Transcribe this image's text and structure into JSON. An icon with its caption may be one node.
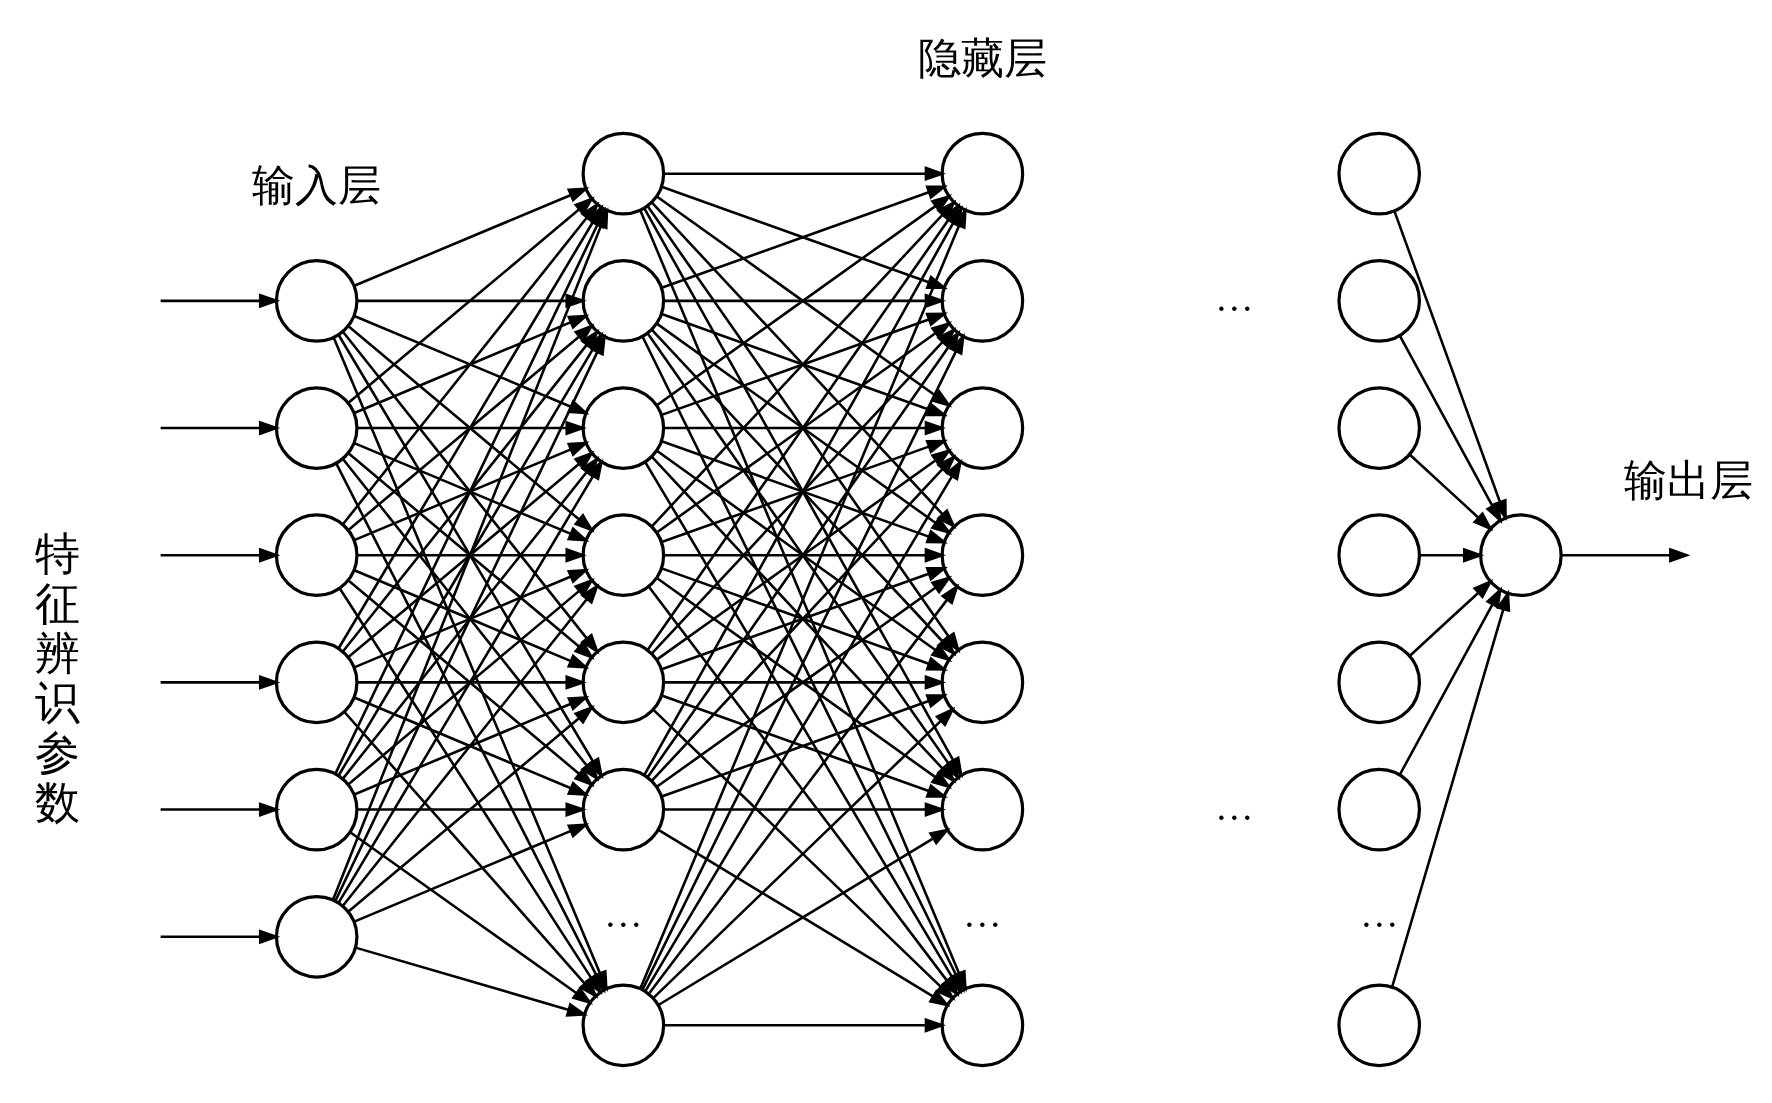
{
  "diagram": {
    "nodes": [
      {
        "text": [],
        "shape": "circle"
      },
      {
        "text": [],
        "shape": "circle"
      },
      {
        "text": [],
        "shape": "circle"
      },
      {
        "text": [],
        "shape": "circle"
      },
      {
        "text": [],
        "shape": "circle"
      },
      {
        "text": [],
        "shape": "circle"
      },
      {
        "text": [],
        "shape": "circle"
      },
      {
        "text": [],
        "shape": "circle"
      },
      {
        "text": [],
        "shape": "circle"
      },
      {
        "text": [],
        "shape": "circle"
      },
      {
        "text": [],
        "shape": "circle"
      },
      {
        "text": [],
        "shape": "circle"
      },
      {
        "text": [],
        "shape": "circle"
      },
      {
        "text": [],
        "shape": "circle"
      },
      {
        "text": [],
        "shape": "circle"
      },
      {
        "text": [],
        "shape": "circle"
      },
      {
        "text": [],
        "shape": "circle"
      },
      {
        "text": [],
        "shape": "circle"
      },
      {
        "text": [],
        "shape": "circle"
      },
      {
        "text": [],
        "shape": "circle"
      },
      {
        "text": [],
        "shape": "circle"
      },
      {
        "text": [],
        "shape": "circle"
      },
      {
        "text": [],
        "shape": "circle"
      },
      {
        "text": [],
        "shape": "circle"
      },
      {
        "text": [],
        "shape": "circle"
      },
      {
        "text": [],
        "shape": "circle"
      },
      {
        "text": [],
        "shape": "circle"
      },
      {
        "text": [],
        "shape": "circle"
      }
    ],
    "edges": [
      {
        "from": null,
        "to": 0,
        "arrow": "to"
      },
      {
        "from": null,
        "to": 1,
        "arrow": "to"
      },
      {
        "from": null,
        "to": 2,
        "arrow": "to"
      },
      {
        "from": null,
        "to": 3,
        "arrow": "to"
      },
      {
        "from": null,
        "to": 4,
        "arrow": "to"
      },
      {
        "from": null,
        "to": 5,
        "arrow": "to"
      },
      {
        "from": 0,
        "to": 6,
        "arrow": "to"
      },
      {
        "from": 0,
        "to": 7,
        "arrow": "to"
      },
      {
        "from": 0,
        "to": 8,
        "arrow": "to"
      },
      {
        "from": 0,
        "to": 9,
        "arrow": "to"
      },
      {
        "from": 0,
        "to": 10,
        "arrow": "to"
      },
      {
        "from": 0,
        "to": 11,
        "arrow": "to"
      },
      {
        "from": 0,
        "to": 12,
        "arrow": "to"
      },
      {
        "from": 1,
        "to": 6,
        "arrow": "to"
      },
      {
        "from": 1,
        "to": 7,
        "arrow": "to"
      },
      {
        "from": 1,
        "to": 8,
        "arrow": "to"
      },
      {
        "from": 1,
        "to": 9,
        "arrow": "to"
      },
      {
        "from": 1,
        "to": 10,
        "arrow": "to"
      },
      {
        "from": 1,
        "to": 11,
        "arrow": "to"
      },
      {
        "from": 1,
        "to": 12,
        "arrow": "to"
      },
      {
        "from": 2,
        "to": 6,
        "arrow": "to"
      },
      {
        "from": 2,
        "to": 7,
        "arrow": "to"
      },
      {
        "from": 2,
        "to": 8,
        "arrow": "to"
      },
      {
        "from": 2,
        "to": 9,
        "arrow": "to"
      },
      {
        "from": 2,
        "to": 10,
        "arrow": "to"
      },
      {
        "from": 2,
        "to": 11,
        "arrow": "to"
      },
      {
        "from": 2,
        "to": 12,
        "arrow": "to"
      },
      {
        "from": 3,
        "to": 6,
        "arrow": "to"
      },
      {
        "from": 3,
        "to": 7,
        "arrow": "to"
      },
      {
        "from": 3,
        "to": 8,
        "arrow": "to"
      },
      {
        "from": 3,
        "to": 9,
        "arrow": "to"
      },
      {
        "from": 3,
        "to": 10,
        "arrow": "to"
      },
      {
        "from": 3,
        "to": 11,
        "arrow": "to"
      },
      {
        "from": 3,
        "to": 12,
        "arrow": "to"
      },
      {
        "from": 4,
        "to": 6,
        "arrow": "to"
      },
      {
        "from": 4,
        "to": 7,
        "arrow": "to"
      },
      {
        "from": 4,
        "to": 8,
        "arrow": "to"
      },
      {
        "from": 4,
        "to": 9,
        "arrow": "to"
      },
      {
        "from": 4,
        "to": 10,
        "arrow": "to"
      },
      {
        "from": 4,
        "to": 11,
        "arrow": "to"
      },
      {
        "from": 4,
        "to": 12,
        "arrow": "to"
      },
      {
        "from": 5,
        "to": 6,
        "arrow": "to"
      },
      {
        "from": 5,
        "to": 7,
        "arrow": "to"
      },
      {
        "from": 5,
        "to": 8,
        "arrow": "to"
      },
      {
        "from": 5,
        "to": 9,
        "arrow": "to"
      },
      {
        "from": 5,
        "to": 10,
        "arrow": "to"
      },
      {
        "from": 5,
        "to": 11,
        "arrow": "to"
      },
      {
        "from": 5,
        "to": 12,
        "arrow": "to"
      },
      {
        "from": 6,
        "to": 13,
        "arrow": "to"
      },
      {
        "from": 6,
        "to": 14,
        "arrow": "to"
      },
      {
        "from": 6,
        "to": 15,
        "arrow": "to"
      },
      {
        "from": 6,
        "to": 16,
        "arrow": "to"
      },
      {
        "from": 6,
        "to": 17,
        "arrow": "to"
      },
      {
        "from": 6,
        "to": 18,
        "arrow": "to"
      },
      {
        "from": 6,
        "to": 19,
        "arrow": "to"
      },
      {
        "from": 7,
        "to": 13,
        "arrow": "to"
      },
      {
        "from": 7,
        "to": 14,
        "arrow": "to"
      },
      {
        "from": 7,
        "to": 15,
        "arrow": "to"
      },
      {
        "from": 7,
        "to": 16,
        "arrow": "to"
      },
      {
        "from": 7,
        "to": 17,
        "arrow": "to"
      },
      {
        "from": 7,
        "to": 18,
        "arrow": "to"
      },
      {
        "from": 7,
        "to": 19,
        "arrow": "to"
      },
      {
        "from": 8,
        "to": 13,
        "arrow": "to"
      },
      {
        "from": 8,
        "to": 14,
        "arrow": "to"
      },
      {
        "from": 8,
        "to": 15,
        "arrow": "to"
      },
      {
        "from": 8,
        "to": 16,
        "arrow": "to"
      },
      {
        "from": 8,
        "to": 17,
        "arrow": "to"
      },
      {
        "from": 8,
        "to": 18,
        "arrow": "to"
      },
      {
        "from": 8,
        "to": 19,
        "arrow": "to"
      },
      {
        "from": 9,
        "to": 13,
        "arrow": "to"
      },
      {
        "from": 9,
        "to": 14,
        "arrow": "to"
      },
      {
        "from": 9,
        "to": 15,
        "arrow": "to"
      },
      {
        "from": 9,
        "to": 16,
        "arrow": "to"
      },
      {
        "from": 9,
        "to": 17,
        "arrow": "to"
      },
      {
        "from": 9,
        "to": 18,
        "arrow": "to"
      },
      {
        "from": 9,
        "to": 19,
        "arrow": "to"
      },
      {
        "from": 10,
        "to": 13,
        "arrow": "to"
      },
      {
        "from": 10,
        "to": 14,
        "arrow": "to"
      },
      {
        "from": 10,
        "to": 15,
        "arrow": "to"
      },
      {
        "from": 10,
        "to": 16,
        "arrow": "to"
      },
      {
        "from": 10,
        "to": 17,
        "arrow": "to"
      },
      {
        "from": 10,
        "to": 18,
        "arrow": "to"
      },
      {
        "from": 10,
        "to": 19,
        "arrow": "to"
      },
      {
        "from": 11,
        "to": 13,
        "arrow": "to"
      },
      {
        "from": 11,
        "to": 14,
        "arrow": "to"
      },
      {
        "from": 11,
        "to": 15,
        "arrow": "to"
      },
      {
        "from": 11,
        "to": 16,
        "arrow": "to"
      },
      {
        "from": 11,
        "to": 17,
        "arrow": "to"
      },
      {
        "from": 11,
        "to": 18,
        "arrow": "to"
      },
      {
        "from": 11,
        "to": 19,
        "arrow": "to"
      },
      {
        "from": 12,
        "to": 13,
        "arrow": "to"
      },
      {
        "from": 12,
        "to": 14,
        "arrow": "to"
      },
      {
        "from": 12,
        "to": 15,
        "arrow": "to"
      },
      {
        "from": 12,
        "to": 16,
        "arrow": "to"
      },
      {
        "from": 12,
        "to": 17,
        "arrow": "to"
      },
      {
        "from": 12,
        "to": 18,
        "arrow": "to"
      },
      {
        "from": 12,
        "to": 19,
        "arrow": "to"
      },
      {
        "from": 20,
        "to": 27,
        "arrow": "to"
      },
      {
        "from": 21,
        "to": 27,
        "arrow": "to"
      },
      {
        "from": 22,
        "to": 27,
        "arrow": "to"
      },
      {
        "from": 23,
        "to": 27,
        "arrow": "to"
      },
      {
        "from": 24,
        "to": 27,
        "arrow": "to"
      },
      {
        "from": 25,
        "to": 27,
        "arrow": "to"
      },
      {
        "from": 26,
        "to": 27,
        "arrow": "to"
      },
      {
        "from": 27,
        "to": null,
        "arrow": "to"
      }
    ],
    "labels": [
      "输入层",
      "隐藏层",
      "输出层",
      "特征辨识参数",
      "…",
      "…",
      "…",
      "…",
      "…"
    ]
  }
}
